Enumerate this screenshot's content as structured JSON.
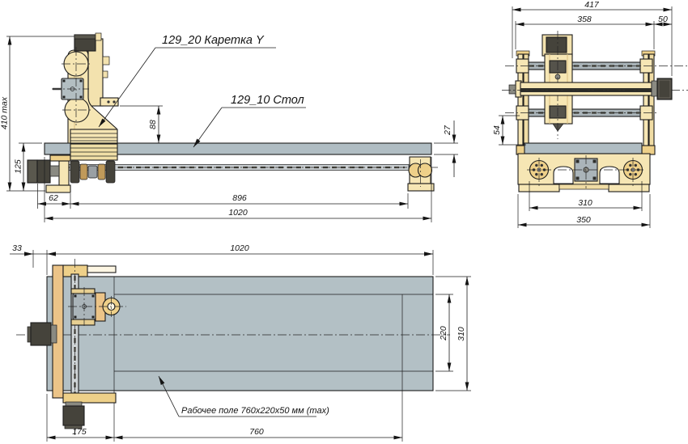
{
  "colors": {
    "wood_light": "#f6e6b4",
    "wood_mid": "#eed089",
    "wood_orange": "#ecc488",
    "metal_gray": "#b0bdc3",
    "metal_light": "#c9ced1",
    "motor_dark": "#45433b",
    "motor_mid": "#8a8a82",
    "bronze": "#c09a5a",
    "line": "#1c1c1c",
    "background": "#ffffff"
  },
  "callouts": {
    "carriage": "129_20 Каретка Y",
    "table": "129_10 Стол",
    "work_area": "Рабочее поле 760x220x50 мм (max)"
  },
  "side_view": {
    "dims": {
      "height_max": "410 max",
      "left_height": "125",
      "carriage_gap": "88",
      "table_thickness": "27",
      "motor_offset": "62",
      "span": "896",
      "total_length": "1020"
    }
  },
  "end_view": {
    "dims": {
      "total_width": "417",
      "frame_width": "358",
      "motor_width": "50",
      "rail_to_table": "54",
      "mount_span": "310",
      "base_width": "350"
    }
  },
  "plan_view": {
    "dims": {
      "motor_overhang": "33",
      "total_length": "1020",
      "work_width": "220",
      "table_width": "310",
      "carriage_zone": "175",
      "work_length": "760"
    }
  }
}
